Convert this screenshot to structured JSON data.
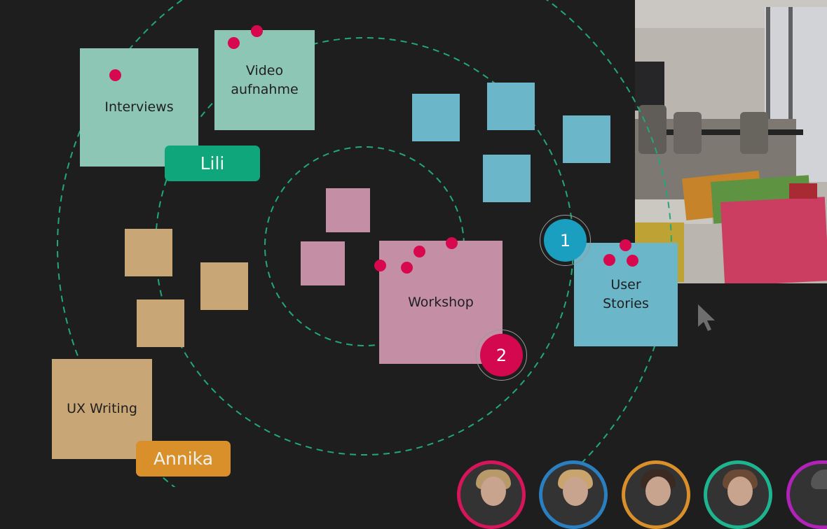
{
  "canvas": {
    "notes": [
      {
        "id": "interviews",
        "label": "Interviews"
      },
      {
        "id": "video",
        "label": "Video\naufnahme"
      },
      {
        "id": "workshop",
        "label": "Workshop"
      },
      {
        "id": "user-stories",
        "label": "User\nStories"
      },
      {
        "id": "ux-writing",
        "label": "UX Writing"
      }
    ],
    "collaborators": [
      {
        "name": "Lili",
        "color": "#0fa67b"
      },
      {
        "name": "Annika",
        "color": "#d98f2a"
      }
    ],
    "badges": [
      {
        "number": "1",
        "color": "#1a9fc1"
      },
      {
        "number": "2",
        "color": "#d4084e"
      }
    ],
    "colors": {
      "background": "#1e1e1e",
      "ring": "#22a878",
      "dot": "#d8084f",
      "teal_note": "#8ec6b5",
      "blue_note": "#6bb6c8",
      "pink_note": "#c48fa5",
      "tan_note": "#c9a676"
    }
  },
  "participants": [
    {
      "ring_color": "#d6155a"
    },
    {
      "ring_color": "#2a7fc0"
    },
    {
      "ring_color": "#d98f2a"
    },
    {
      "ring_color": "#1db48f"
    },
    {
      "ring_color": "#b022b8"
    }
  ],
  "icons": {
    "cursor": "mouse-pointer-icon"
  }
}
